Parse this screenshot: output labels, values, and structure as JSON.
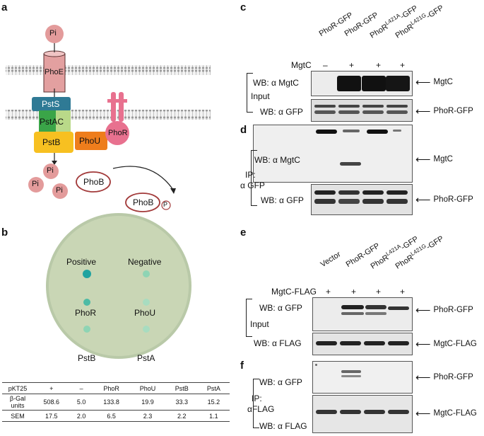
{
  "panels": {
    "a": "a",
    "b": "b",
    "c": "c",
    "d": "d",
    "e": "e",
    "f": "f"
  },
  "diagram": {
    "pi_top": "Pi",
    "phoe": "PhoE",
    "psts": "PstS",
    "pstac": "PstAC",
    "pstb": "PstB",
    "phou": "PhoU",
    "phor": "PhoR",
    "phob1": "PhoB",
    "phob2": "PhoB",
    "p": "P",
    "pi1": "Pi",
    "pi2": "Pi",
    "pi3": "Pi",
    "colors": {
      "pi": "#e39b9b",
      "phoe": "#e3a0a0",
      "psts": "#2f7a95",
      "pstac": "#3aa548",
      "pstac_light": "#b9d989",
      "pstb": "#f7c021",
      "phou": "#ee7d1c",
      "phor": "#e8718f",
      "phob_outline": "#a23a3a"
    }
  },
  "plate": {
    "labels": [
      "Positive",
      "Negative",
      "PhoR",
      "PhoU",
      "PstB",
      "PstA"
    ],
    "colors": {
      "plate": "#c9d6b5",
      "positive": "#1fa3a0",
      "pale": "#8ed4b4"
    }
  },
  "table": {
    "header": [
      "pKT25",
      "+",
      "–",
      "PhoR",
      "PhoU",
      "PstB",
      "PstA"
    ],
    "row1_label": "β-Gal units",
    "row1": [
      "508.6",
      "5.0",
      "133.8",
      "19.9",
      "33.3",
      "15.2"
    ],
    "row2_label": "SEM",
    "row2": [
      "17.5",
      "2.0",
      "6.5",
      "2.3",
      "2.2",
      "1.1"
    ]
  },
  "c": {
    "lanes": [
      "PhoR-GFP",
      "PhoR-GFP",
      "PhoR",
      "PhoR"
    ],
    "lane_sup": [
      "",
      "",
      "L421A",
      "L421G"
    ],
    "lane_suffix": [
      "",
      "",
      "-GFP",
      "-GFP"
    ],
    "row_label": "MgtC",
    "signs": [
      "–",
      "+",
      "+",
      "+"
    ],
    "input_label": "Input",
    "wb1": "WB: α MgtC",
    "wb2": "WB: α GFP",
    "arrow1": "MgtC",
    "arrow2": "PhoR-GFP"
  },
  "d": {
    "ip_label": "IP:",
    "ip_label2": "α GFP",
    "wb1": "WB: α MgtC",
    "wb2": "WB: α GFP",
    "arrow1": "MgtC",
    "arrow2": "PhoR-GFP"
  },
  "e": {
    "lanes": [
      "Vector",
      "PhoR-GFP",
      "PhoR",
      "PhoR"
    ],
    "lane_sup": [
      "",
      "",
      "L421A",
      "L421G"
    ],
    "lane_suffix": [
      "",
      "",
      "-GFP",
      "-GFP"
    ],
    "row_label": "MgtC-FLAG",
    "signs": [
      "+",
      "+",
      "+",
      "+"
    ],
    "input_label": "Input",
    "wb1": "WB: α GFP",
    "wb2": "WB: α FLAG",
    "arrow1": "PhoR-GFP",
    "arrow2": "MgtC-FLAG"
  },
  "f": {
    "ip_label": "IP:",
    "ip_label2": "αFLAG",
    "wb1": "WB: α GFP",
    "wb2": "WB: α FLAG",
    "arrow1": "PhoR-GFP",
    "arrow2": "MgtC-FLAG"
  }
}
